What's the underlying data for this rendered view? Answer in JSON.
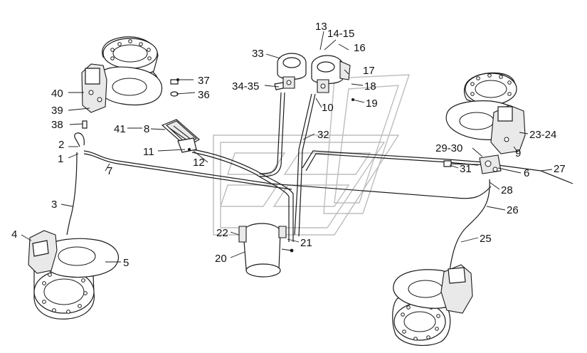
{
  "diagram": {
    "labels": [
      {
        "id": "l1",
        "text": "1"
      },
      {
        "id": "l2",
        "text": "2"
      },
      {
        "id": "l3",
        "text": "3"
      },
      {
        "id": "l4",
        "text": "4"
      },
      {
        "id": "l5",
        "text": "5"
      },
      {
        "id": "l6",
        "text": "6"
      },
      {
        "id": "l7",
        "text": "7"
      },
      {
        "id": "l8",
        "text": "41"
      },
      {
        "id": "l8b",
        "text": "8"
      },
      {
        "id": "l9",
        "text": "9"
      },
      {
        "id": "l10",
        "text": "10"
      },
      {
        "id": "l11",
        "text": "11"
      },
      {
        "id": "l12",
        "text": "12"
      },
      {
        "id": "l13",
        "text": "13"
      },
      {
        "id": "l14",
        "text": "14-15"
      },
      {
        "id": "l16",
        "text": "16"
      },
      {
        "id": "l17",
        "text": "17"
      },
      {
        "id": "l18",
        "text": "18"
      },
      {
        "id": "l19",
        "text": "19"
      },
      {
        "id": "l20",
        "text": "20"
      },
      {
        "id": "l21",
        "text": "21"
      },
      {
        "id": "l22",
        "text": "22"
      },
      {
        "id": "l23",
        "text": "23-24"
      },
      {
        "id": "l25",
        "text": "25"
      },
      {
        "id": "l26",
        "text": "26"
      },
      {
        "id": "l27",
        "text": "27"
      },
      {
        "id": "l28",
        "text": "28"
      },
      {
        "id": "l29",
        "text": "29-30"
      },
      {
        "id": "l31",
        "text": "31"
      },
      {
        "id": "l32",
        "text": "32"
      },
      {
        "id": "l33",
        "text": "33"
      },
      {
        "id": "l34",
        "text": "34-35"
      },
      {
        "id": "l36",
        "text": "36"
      },
      {
        "id": "l37",
        "text": "37"
      },
      {
        "id": "l38",
        "text": "38"
      },
      {
        "id": "l39",
        "text": "39"
      },
      {
        "id": "l40",
        "text": "40"
      }
    ]
  },
  "colors": {
    "line": "#1a1a1a",
    "background": "#ffffff",
    "watermark": "#bdbdbd"
  }
}
